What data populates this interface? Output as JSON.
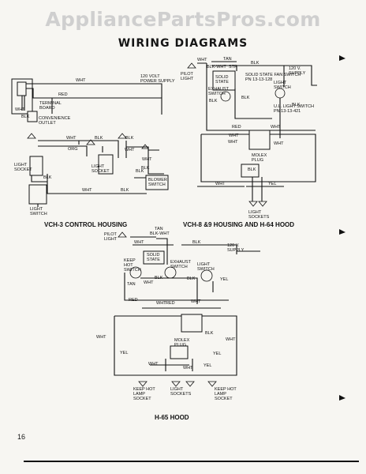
{
  "watermark": "AppliancePartsPros.com",
  "title": "WIRING DIAGRAMS",
  "page_number": "16",
  "vch3": {
    "caption": "VCH-3 CONTROL HOUSING",
    "labels": {
      "wht_top": "WHT",
      "power": "120 VOLT\nPOWER SUPPLY",
      "red": "RED",
      "terminal": "TERMINAL\nBOARD",
      "wht_l": "WHT",
      "blk_l": "BLK",
      "outlet": "CONVENIENCE\nOUTLET",
      "wht_mid": "WHT",
      "org": "ORG",
      "blk_m1": "BLK",
      "wht_m2": "WHT",
      "blk_r1": "BLK",
      "blk_r2": "BLK",
      "light_socket_1": "LIGHT\nSOCKET",
      "light_socket_2": "LIGHT\nSOCKET",
      "wht_r": "WHT",
      "blk_r3": "BLK",
      "blower": "BLOWER\nSWITCH",
      "blk_bl": "BLK",
      "light_switch": "LIGHT\nSWITCH",
      "wht_bot": "WHT",
      "blk_bot": "BLK"
    }
  },
  "vch89": {
    "caption": "VCH-8 &9 HOUSING AND H-64 HOOD",
    "labels": {
      "pilot": "PILOT\nLIGHT",
      "wht_t": "WHT",
      "tan": "TAN",
      "blk_wht": "BLK-WHT",
      "str": "STR",
      "blk_t": "BLK",
      "supply": "120 V.\nSUPPLY",
      "solid": "SOLID\nSTATE",
      "fan_switch": "SOLID STATE FAN SWITCH\nPN 13-13-128",
      "exhaust": "EXHAUST\nSWITCH",
      "light_sw": "LIGHT\nSWITCH",
      "blk_a": "BLK",
      "blk_b": "BLK",
      "blk_c": "BLK",
      "ul_switch": "U.L. LIGHT SWITCH\nPN 13-13-421",
      "red": "RED",
      "wht_1": "WHT",
      "wht_2": "WHT",
      "wht_3": "WHT",
      "wht_4": "WHT",
      "molex": "MOLEX\nPLUG",
      "blk_d": "BLK",
      "wht_bot": "WHT",
      "yel": "YEL",
      "sockets": "LIGHT\nSOCKETS"
    }
  },
  "h65": {
    "caption": "H-65 HOOD",
    "labels": {
      "pilot": "PILOT\nLIGHT",
      "tan": "TAN",
      "blk_wht": "BLK-WHT",
      "wht_t": "WHT",
      "blk_t": "BLK",
      "supply": "120 V.\nSUPPLY",
      "keep_hot_sw": "KEEP\nHOT\nSWITCH",
      "solid": "SOLID\nSTATE",
      "exhaust": "EXHAUST\nSWITCH",
      "light_sw": "LIGHT\nSWITCH",
      "tan2": "TAN",
      "wht_a": "WHT",
      "blk_a": "BLK",
      "blk_b": "BLK",
      "yel_a": "YEL",
      "red": "RED",
      "wht_b": "WHT",
      "red_b": "RED",
      "blk_c": "BLK",
      "wht_c": "WHT",
      "wht_l": "WHT",
      "yel_l": "YEL",
      "molex": "MOLEX\nPLUG",
      "wht_r": "WHT",
      "yel_r": "YEL",
      "wht_d": "WHT",
      "wht_e": "WHT",
      "yel_b": "YEL",
      "keep_hot_socket_l": "KEEP HOT\nLAMP\nSOCKET",
      "light_sockets": "LIGHT\nSOCKETS",
      "keep_hot_socket_r": "KEEP HOT\nLAMP\nSOCKET"
    }
  }
}
